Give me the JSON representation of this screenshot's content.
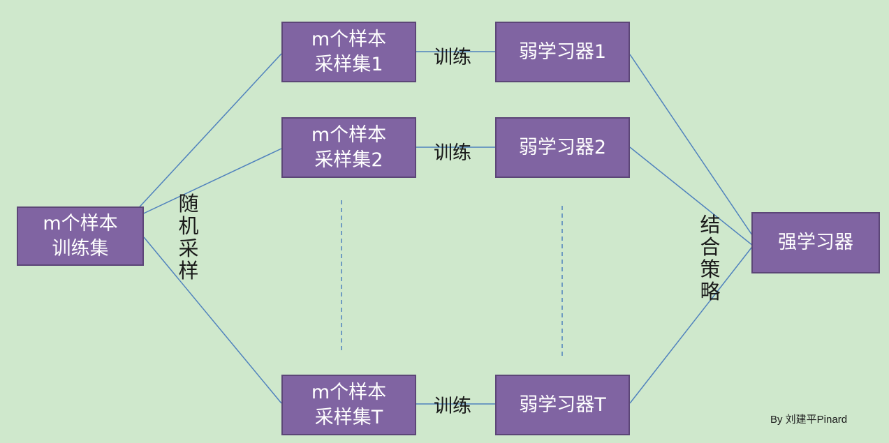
{
  "colors": {
    "background": "#cfe8cc",
    "box_fill": "#8064a2",
    "box_border": "#5c4677",
    "connector": "#4f81bd",
    "text_on_box": "#ffffff"
  },
  "source": {
    "line1": "m个样本",
    "line2": "训练集"
  },
  "sampling_label": "随机采样",
  "sample_sets": [
    {
      "line1": "m个样本",
      "line2": "采样集1"
    },
    {
      "line1": "m个样本",
      "line2": "采样集2"
    },
    {
      "line1": "m个样本",
      "line2": "采样集T"
    }
  ],
  "train_label": "训练",
  "weak_learners": [
    {
      "label": "弱学习器1"
    },
    {
      "label": "弱学习器2"
    },
    {
      "label": "弱学习器T"
    }
  ],
  "combine_label": "结合策略",
  "strong_learner": {
    "label": "强学习器"
  },
  "credit": "By 刘建平Pinard"
}
